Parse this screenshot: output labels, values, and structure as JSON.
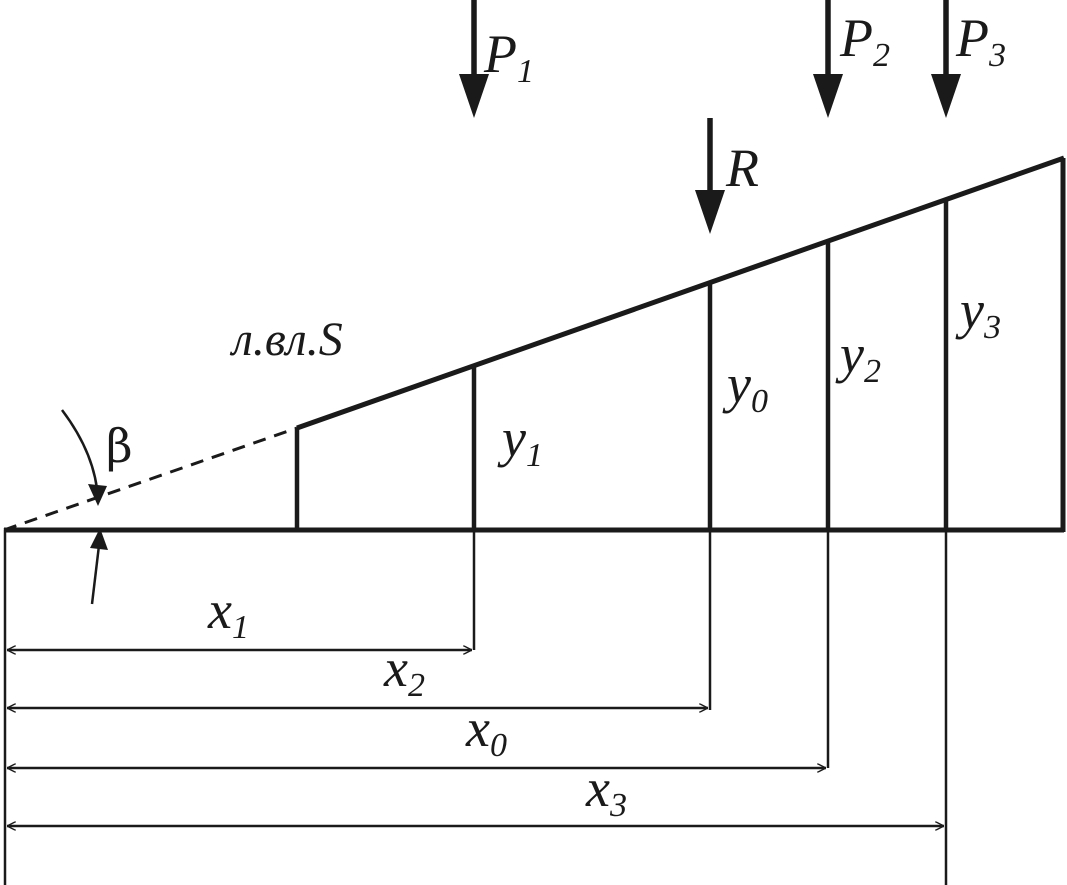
{
  "diagram": {
    "influence_line_label": "л.вл.S",
    "angle_label": "β",
    "forces": [
      {
        "symbol": "P",
        "index": "1"
      },
      {
        "symbol": "P",
        "index": "2"
      },
      {
        "symbol": "P",
        "index": "3"
      },
      {
        "symbol": "R",
        "index": ""
      }
    ],
    "ordinates": [
      {
        "symbol": "y",
        "index": "1"
      },
      {
        "symbol": "y",
        "index": "0"
      },
      {
        "symbol": "y",
        "index": "2"
      },
      {
        "symbol": "y",
        "index": "3"
      }
    ],
    "distances": [
      {
        "symbol": "x",
        "index": "1"
      },
      {
        "symbol": "x",
        "index": "2"
      },
      {
        "symbol": "x",
        "index": "0"
      },
      {
        "symbol": "x",
        "index": "3"
      }
    ]
  }
}
